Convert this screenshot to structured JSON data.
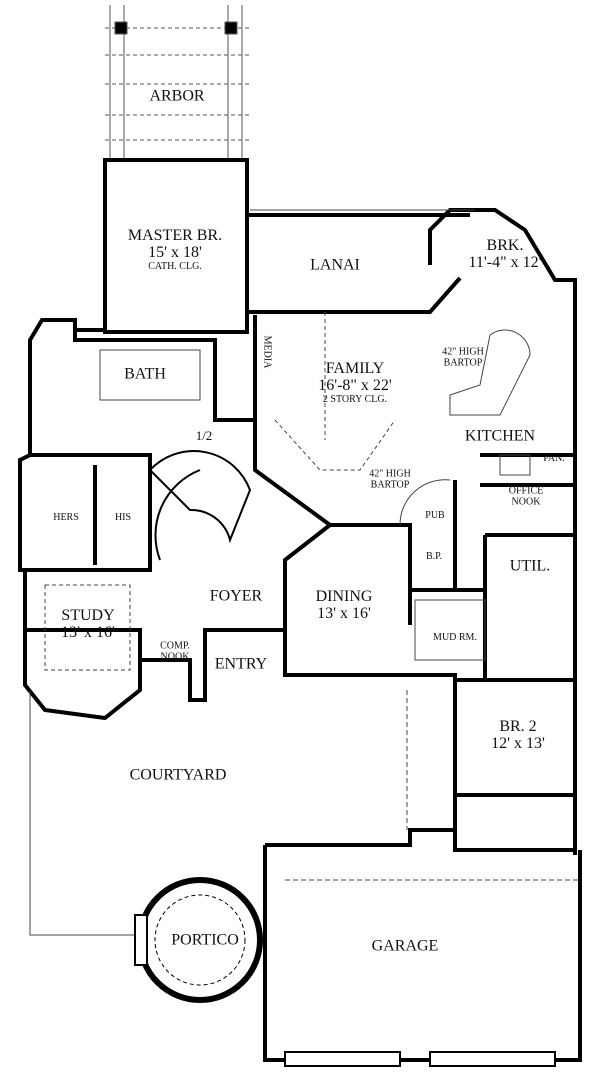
{
  "rooms": {
    "arbor": {
      "name": "ARBOR"
    },
    "master": {
      "name": "MASTER BR.",
      "size": "15' x 18'",
      "note": "CATH. CLG."
    },
    "lanai": {
      "name": "LANAI"
    },
    "brk": {
      "name": "BRK.",
      "size": "11'-4\" x 12'"
    },
    "media": {
      "name": "MEDIA"
    },
    "family": {
      "name": "FAMILY",
      "size": "16'-8\" x 22'",
      "note": "2 STORY CLG."
    },
    "bartop1": {
      "line1": "42\" HIGH",
      "line2": "BARTOP"
    },
    "kitchen": {
      "name": "KITCHEN"
    },
    "pan": {
      "name": "PAN."
    },
    "bath": {
      "name": "BATH"
    },
    "half": {
      "name": "1/2"
    },
    "hers": {
      "name": "HERS"
    },
    "his": {
      "name": "HIS"
    },
    "bartop2": {
      "line1": "42\" HIGH",
      "line2": "BARTOP"
    },
    "pub": {
      "name": "PUB"
    },
    "office": {
      "line1": "OFFICE",
      "line2": "NOOK"
    },
    "bp": {
      "name": "B.P."
    },
    "util": {
      "name": "UTIL."
    },
    "foyer": {
      "name": "FOYER"
    },
    "dining": {
      "name": "DINING",
      "size": "13' x 16'"
    },
    "study": {
      "name": "STUDY",
      "size": "13' x 16'"
    },
    "comp": {
      "line1": "COMP.",
      "line2": "NOOK"
    },
    "entry": {
      "name": "ENTRY"
    },
    "mud": {
      "name": "MUD RM."
    },
    "br2": {
      "name": "BR. 2",
      "size": "12' x 13'"
    },
    "courtyard": {
      "name": "COURTYARD"
    },
    "portico": {
      "name": "PORTICO"
    },
    "garage": {
      "name": "GARAGE"
    }
  }
}
